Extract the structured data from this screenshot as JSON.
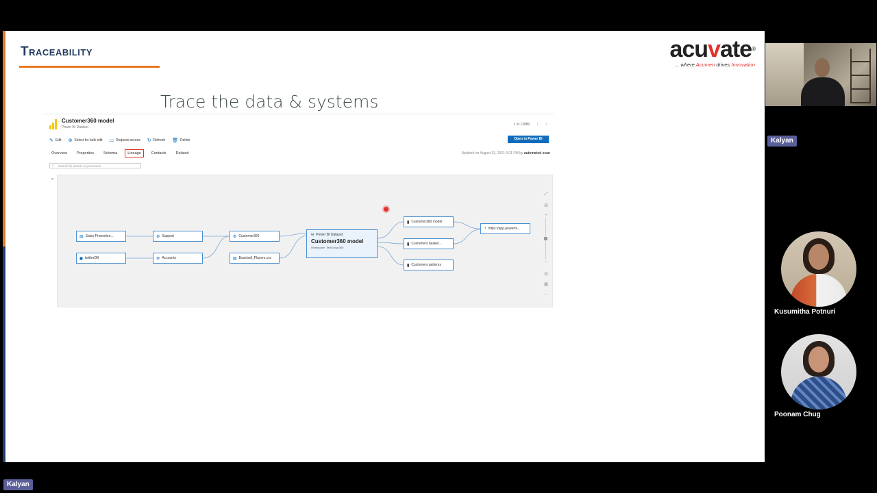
{
  "slide": {
    "title": "Traceability",
    "subtitle": "Trace the data & systems",
    "logo": {
      "word_a": "acu",
      "word_v": "v",
      "word_b": "ate",
      "reg": "®",
      "tag_a": "... where ",
      "tag_b": "Acumen",
      "tag_c": " drives ",
      "tag_d": "Innovation"
    }
  },
  "asset": {
    "name": "Customer360 model",
    "type": "Power BI Dataset",
    "pager": "1 of 12886",
    "toolbar": [
      "Edit",
      "Select for bulk edit",
      "Request access",
      "Refresh",
      "Delete"
    ],
    "open_button": "Open in Power BI",
    "tabs": [
      "Overview",
      "Properties",
      "Schema",
      "Lineage",
      "Contacts",
      "Related"
    ],
    "active_tab": "Lineage",
    "updated_prefix": "Updated on August 31, 2021 6:01 PM by",
    "updated_by": "automated scan",
    "search_placeholder": "Search for assets or processes"
  },
  "lineage": {
    "sources": [
      "Sales Promotion...",
      "twitterDB"
    ],
    "processes_a": [
      "Support",
      "Accounts"
    ],
    "datasets": [
      "Customer360",
      "Baseball_Players.csv"
    ],
    "center": {
      "type": "Power BI Dataset",
      "name": "Customer360 model",
      "workspace_label": "Workspace",
      "workspace": "TestGroup360"
    },
    "outputs": [
      "Customer360 model",
      "Customers basket...",
      "Customers patterns"
    ],
    "app": "https://app.powerbi..."
  },
  "participants": {
    "presenter_label": "Kalyan",
    "presenter_bottom": "Kalyan",
    "people": [
      "Kusumitha Potnuri",
      "Poonam Chug"
    ]
  },
  "colors": {
    "accent_orange": "#e87722",
    "title_navy": "#1f3a5f",
    "node_blue": "#4a8fd0",
    "button_blue": "#0f6cbd",
    "highlight_red": "#e0312b"
  }
}
